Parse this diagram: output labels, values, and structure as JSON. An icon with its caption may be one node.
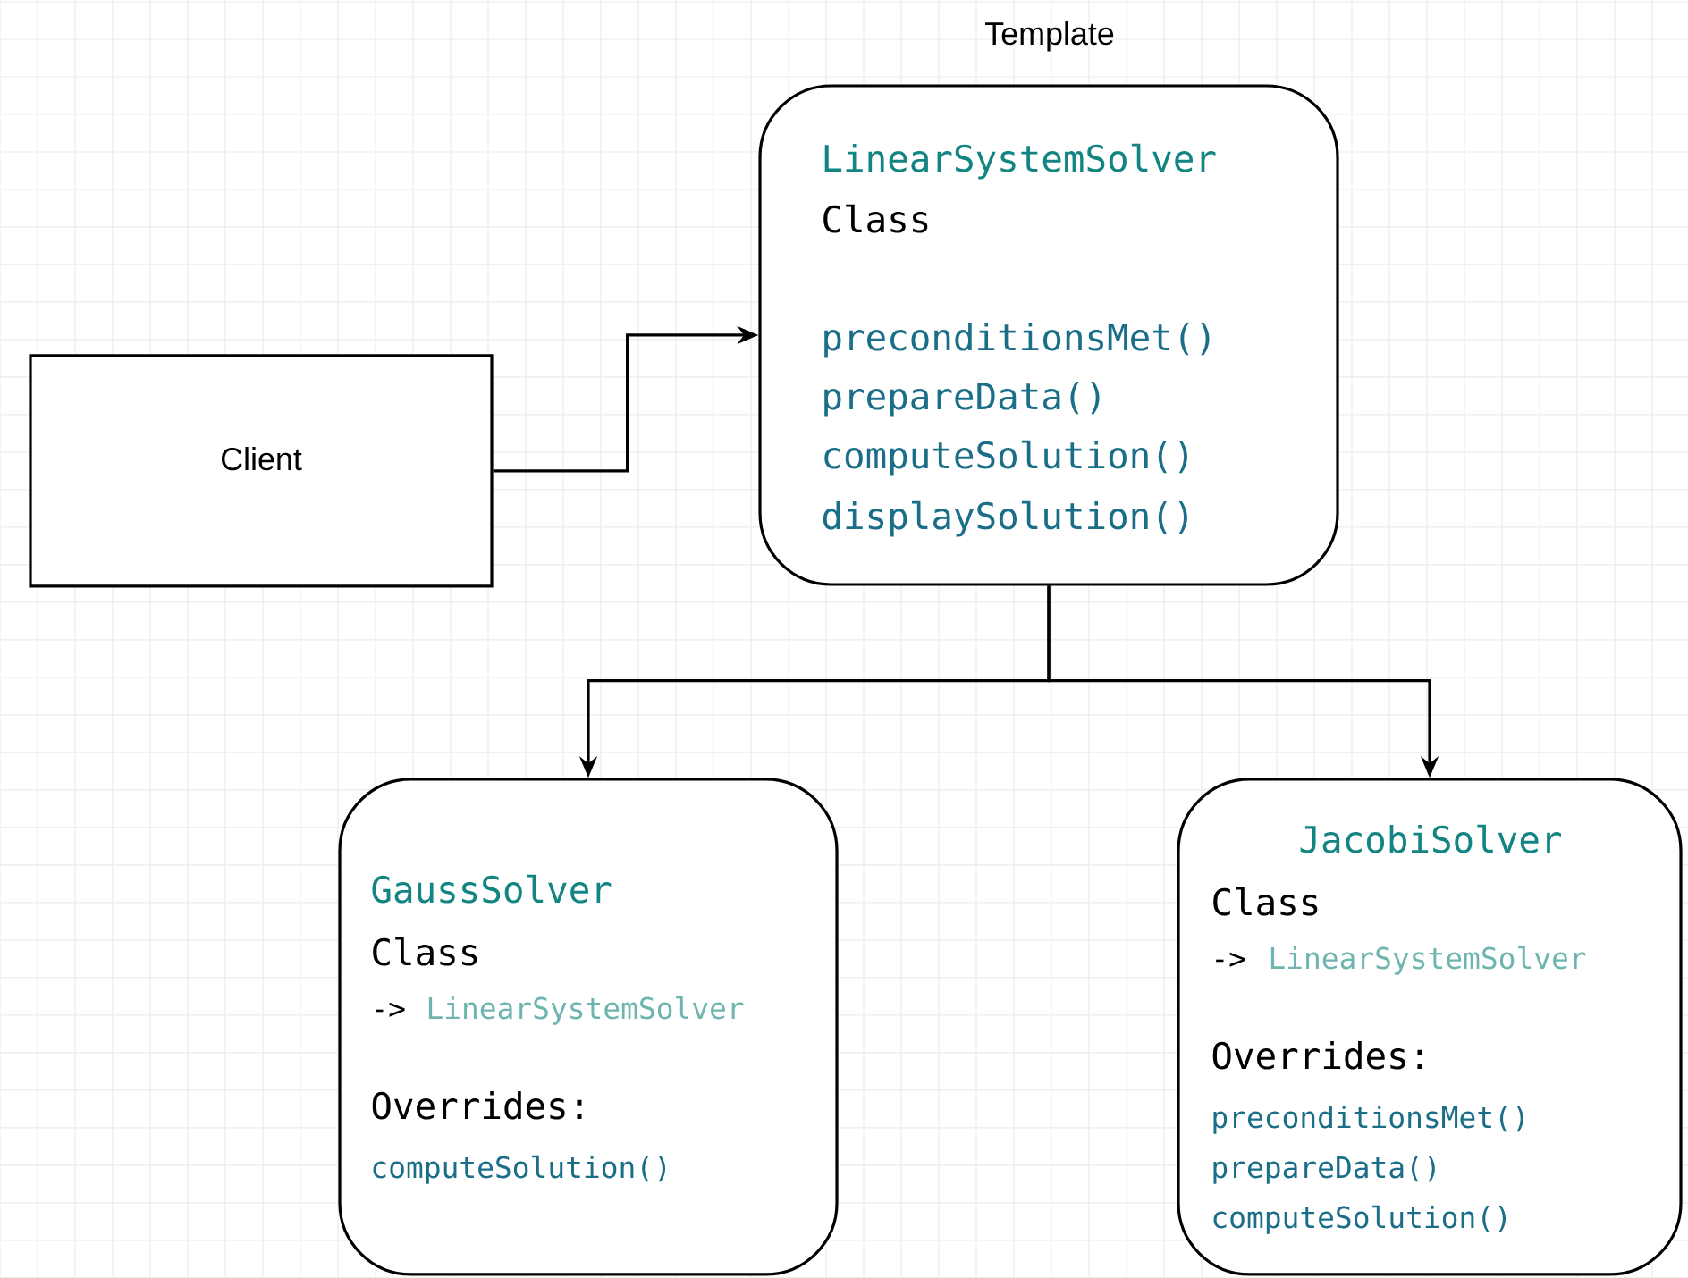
{
  "diagram": {
    "nodes": [
      {
        "text": [
          "Client"
        ]
      },
      {
        "text": [
          "LinearSystemSolver",
          "Class",
          "preconditionsMet()",
          "prepareData()",
          "computeSolution()",
          "displaySolution()"
        ],
        "beside": [
          "Template"
        ]
      },
      {
        "text": [
          "GaussSolver",
          "Class",
          "->",
          "LinearSystemSolver",
          "Overrides:",
          "computeSolution()"
        ]
      },
      {
        "text": [
          "JacobiSolver",
          "Class",
          "->",
          "LinearSystemSolver",
          "Overrides:",
          "preconditionsMet()",
          "prepareData()",
          "computeSolution()"
        ]
      }
    ],
    "edges": [
      {
        "from": 0,
        "to": 1,
        "arrow": "to"
      },
      {
        "from": 1,
        "to": 2,
        "arrow": "to"
      },
      {
        "from": 1,
        "to": 3,
        "arrow": "to"
      }
    ]
  }
}
